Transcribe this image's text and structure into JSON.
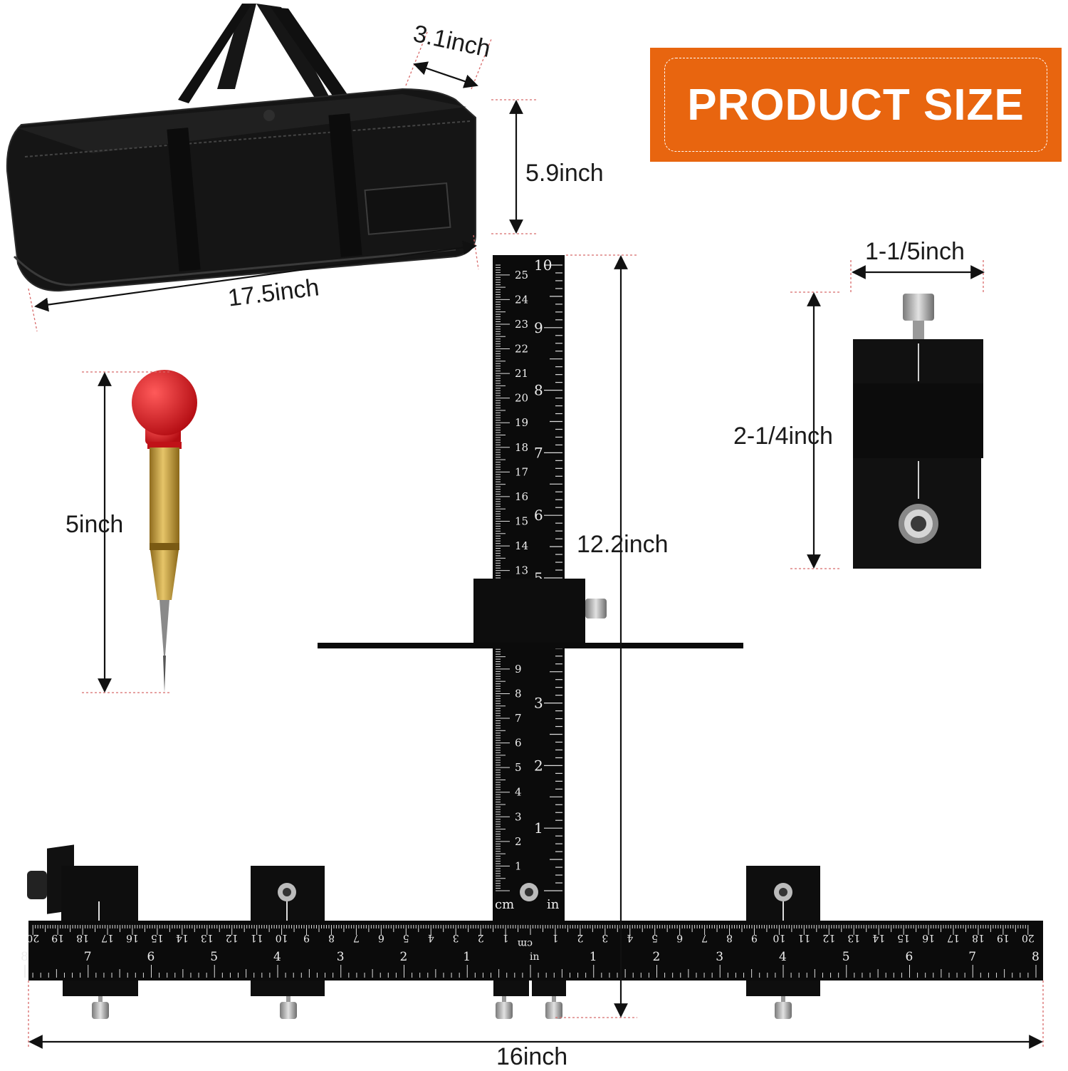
{
  "badge": {
    "title": "PRODUCT SIZE"
  },
  "dimensions": {
    "bag_depth": "3.1inch",
    "bag_height": "5.9inch",
    "bag_length": "17.5inch",
    "block_width": "1-1/5inch",
    "block_height": "2-1/4inch",
    "punch_length": "5inch",
    "ruler_height": "12.2inch",
    "ruler_length": "16inch"
  },
  "ruler": {
    "unit_cm": "cm",
    "unit_in": "in"
  },
  "colors": {
    "badge": "#e8650f",
    "product": "#0b0b0b",
    "punch_cap": "#d8141c",
    "punch_body": "#c9a441",
    "guide_line": "#d86a6a"
  }
}
